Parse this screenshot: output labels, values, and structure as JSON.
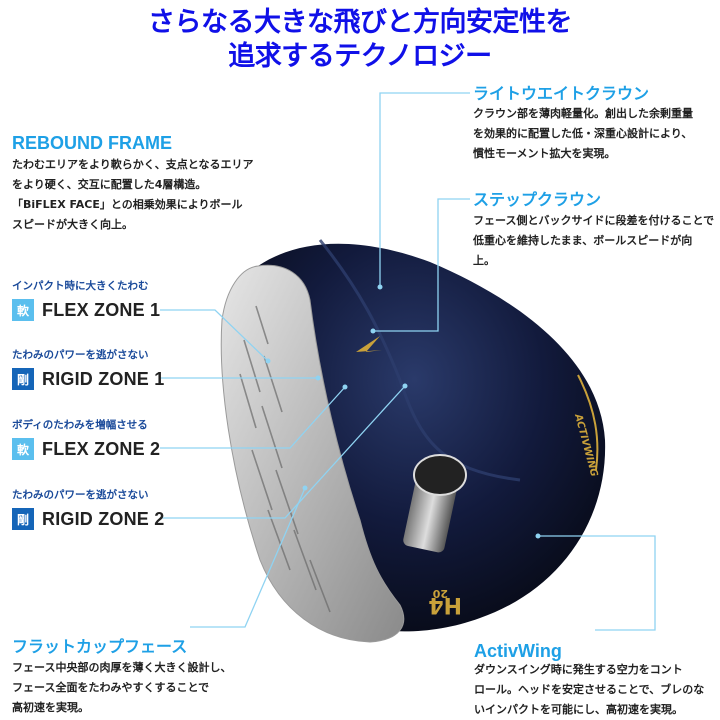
{
  "headline": {
    "line1": "さらなる大きな飛びと方向安定性を",
    "line2": "追求するテクノロジー"
  },
  "colors": {
    "headline": "#1010e8",
    "accent": "#1ea0e6",
    "flex_badge": "#5bbfee",
    "rigid_badge": "#1565b8",
    "callout_line": "#8fd3f2",
    "club_crown": "#0d1430",
    "club_face": "#bdbdbd",
    "gold": "#c9a13a"
  },
  "features": {
    "rebound_frame": {
      "title": "REBOUND FRAME",
      "lines": [
        "たわむエリアをより軟らかく、支点となるエリア",
        "をより硬く、交互に配置した4層構造。",
        "「BiFLEX FACE」との相乗効果によりボール",
        "スピードが大きく向上。"
      ]
    },
    "lightweight_crown": {
      "title": "ライトウエイトクラウン",
      "lines": [
        "クラウン部を薄肉軽量化。創出した余剰重量",
        "を効果的に配置した低・深重心設計により、",
        "慣性モーメント拡大を実現。"
      ]
    },
    "step_crown": {
      "title": "ステップクラウン",
      "lines": [
        "フェース側とバックサイドに段差を付けることで",
        "低重心を維持したまま、ボールスピードが向",
        "上。"
      ]
    },
    "flat_cup_face": {
      "title": "フラットカップフェース",
      "lines": [
        "フェース中央部の肉厚を薄く大きく設計し、",
        "フェース全面をたわみやすくすることで",
        "高初速を実現。"
      ]
    },
    "activwing": {
      "title": "ActivWing",
      "lines": [
        "ダウンスイング時に発生する空力をコント",
        "ロール。ヘッドを安定させることで、ブレのな",
        "いインパクトを可能にし、高初速を実現。"
      ]
    }
  },
  "zones": [
    {
      "subtitle": "インパクト時に大きくたわむ",
      "badge": "軟",
      "label": "FLEX ZONE 1",
      "type": "flex"
    },
    {
      "subtitle": "たわみのパワーを逃がさない",
      "badge": "剛",
      "label": "RIGID ZONE 1",
      "type": "rigid"
    },
    {
      "subtitle": "ボディのたわみを増幅させる",
      "badge": "軟",
      "label": "FLEX ZONE 2",
      "type": "flex"
    },
    {
      "subtitle": "たわみのパワーを逃がさない",
      "badge": "剛",
      "label": "RIGID ZONE 2",
      "type": "rigid"
    }
  ],
  "club": {
    "sole_text": "ACTIVWING",
    "model": "H4",
    "loft": "20"
  }
}
